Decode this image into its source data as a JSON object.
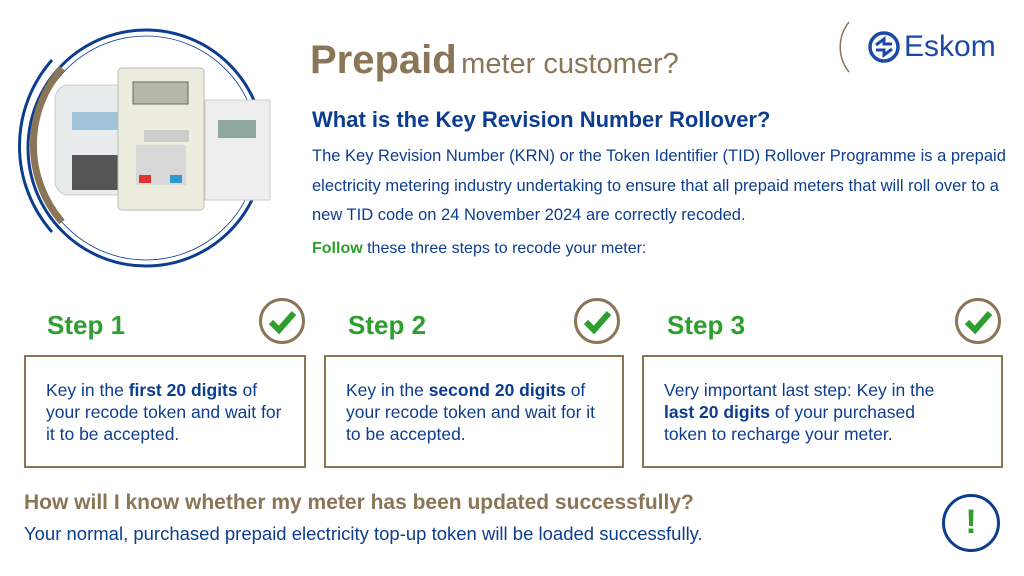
{
  "header": {
    "title_bold": "Prepaid",
    "title_rest": "meter customer?",
    "logo_text": "Eskom"
  },
  "intro": {
    "heading": "What is the Key Revision Number Rollover?",
    "paragraph": "The Key Revision Number (KRN) or the Token Identifier (TID) Rollover Programme is a prepaid electricity metering industry undertaking to ensure that all prepaid meters that will roll over to a new TID code on 24 November 2024 are correctly recoded.",
    "follow_bold": "Follow",
    "follow_rest": " these three steps to recode your meter:"
  },
  "steps": [
    {
      "title": "Step 1",
      "pre": "Key in the ",
      "bold": "first 20 digits",
      "post": " of your recode token and wait for it to be accepted."
    },
    {
      "title": "Step 2",
      "pre": "Key in the ",
      "bold": "second 20 digits",
      "post": " of your recode token and wait for it to be accepted."
    },
    {
      "title": "Step 3",
      "pre": "Very important last step: Key in the ",
      "bold": "last 20 digits",
      "post": " of your purchased token to recharge your meter."
    }
  ],
  "footer": {
    "question": "How will I know whether my meter has been updated successfully?",
    "answer": "Your normal, purchased prepaid electricity top-up token will be loaded successfully.",
    "alert_symbol": "!"
  },
  "colors": {
    "brown": "#8a7656",
    "blue": "#0d3d8e",
    "green": "#2e9e2e"
  }
}
